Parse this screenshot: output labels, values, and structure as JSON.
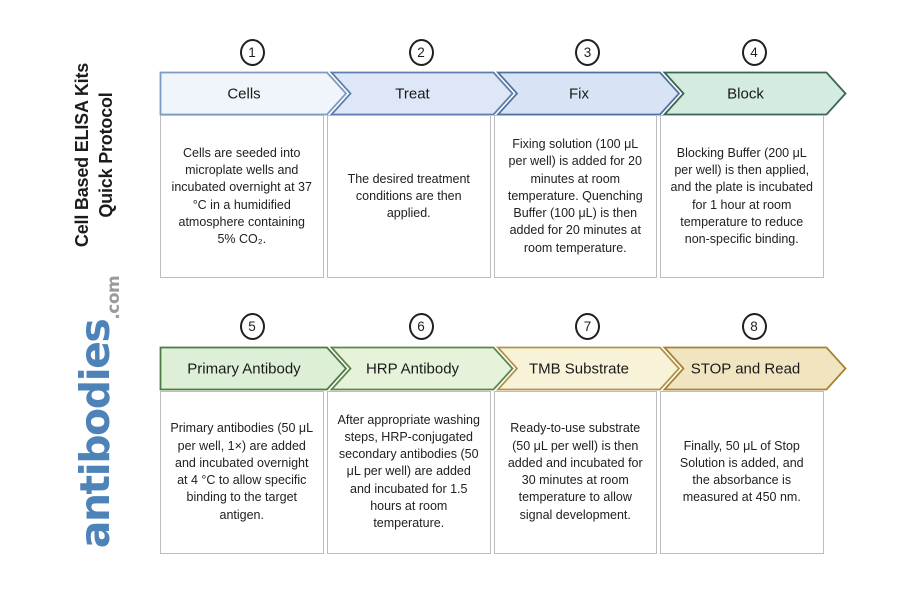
{
  "branding": {
    "sidebar_title_line1": "Cell Based ELISA Kits",
    "sidebar_title_line2": "Quick Protocol",
    "logo_name": "antibodies",
    "logo_suffix": ".com",
    "logo_color": "#4d83b9",
    "logo_suffix_color": "#9a9a9a"
  },
  "diagram": {
    "type": "protocol-flow",
    "rows": 2,
    "steps_per_row": 4,
    "box_border_color": "#bdbdbd",
    "badge_border_color": "#1f1f1f"
  },
  "steps": [
    {
      "number": "1",
      "label": "Cells",
      "description": "Cells are seeded into microplate wells and incubated overnight at 37 °C in a humidified atmosphere containing 5% CO₂.",
      "fill": "#eff5fa",
      "border": "#7d9ac1"
    },
    {
      "number": "2",
      "label": "Treat",
      "description": "The desired treatment conditions are then applied.",
      "fill": "#dee7f7",
      "border": "#5f7fae"
    },
    {
      "number": "3",
      "label": "Fix",
      "description": "Fixing solution (100 μL per well) is added for 20 minutes at room temperature. Quenching Buffer (100 μL) is then added for 20 minutes at room temperature.",
      "fill": "#d8e4f5",
      "border": "#50729f"
    },
    {
      "number": "4",
      "label": "Block",
      "description": "Blocking Buffer (200 μL per well) is then applied, and the plate is incubated for 1 hour at room temperature to reduce non-specific binding.",
      "fill": "#d3ecdf",
      "border": "#3c6455"
    },
    {
      "number": "5",
      "label": "Primary Antibody",
      "description": "Primary antibodies (50 μL per well, 1×) are added and incubated overnight at 4 °C to allow specific binding to the target antigen.",
      "fill": "#ddefd6",
      "border": "#4c7b41"
    },
    {
      "number": "6",
      "label": "HRP Antibody",
      "description": "After appropriate washing steps, HRP-conjugated secondary antibodies (50 μL per well) are added and incubated for 1.5 hours at room temperature.",
      "fill": "#e6f2da",
      "border": "#5d8749"
    },
    {
      "number": "7",
      "label": "TMB Substrate",
      "description": "Ready-to-use substrate (50 μL per well) is then added and incubated for 30 minutes at room temperature to allow signal development.",
      "fill": "#f8f3d8",
      "border": "#b29347"
    },
    {
      "number": "8",
      "label": "STOP and Read",
      "description": "Finally, 50 μL of Stop Solution is added, and the absorbance is measured at 450 nm.",
      "fill": "#f1e5c1",
      "border": "#a7832f"
    }
  ]
}
